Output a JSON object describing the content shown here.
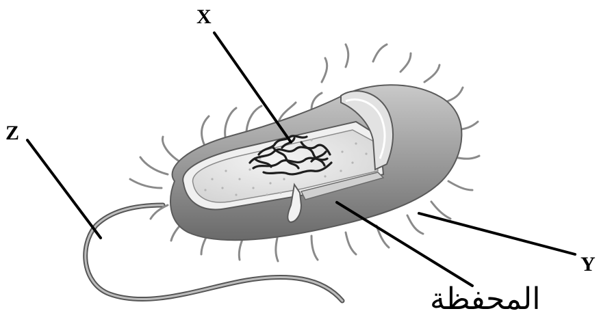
{
  "labels": {
    "x": "X",
    "y": "Y",
    "z": "Z",
    "capsule": "المحفظة"
  },
  "colors": {
    "line": "#000000",
    "body_dark": "#6e6e6e",
    "body_mid": "#a9a9a9",
    "body_light": "#dcdcdc",
    "cytoplasm": "#ececec",
    "dna": "#1e1e1e"
  }
}
